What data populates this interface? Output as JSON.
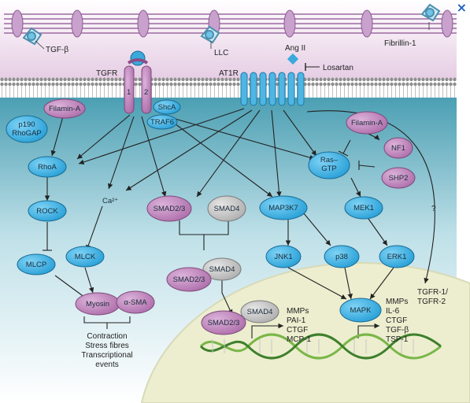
{
  "close_icon": "×",
  "colors": {
    "blue": "#2aa7df",
    "purple": "#b77bb4",
    "gray": "#bdbdbd",
    "ecm": "#ecd9ea",
    "membrane": "#9c9c9c",
    "cytoplasm": "#6fb4c4",
    "nucleus": "#eef0d8",
    "fibril": "#ba90c0"
  },
  "labels": {
    "tgfb": "TGF-β",
    "llc": "LLC",
    "fibrillin": "Fibrillin-1",
    "angii": "Ang II",
    "losartan": "Losartan",
    "tgfr": "TGFR",
    "at1r": "AT1R",
    "tgfr_1": "1",
    "tgfr_2": "2",
    "question": "?",
    "contraction": "Contraction",
    "stress": "Stress fibres",
    "transcriptional": "Transcriptional",
    "events": "events",
    "gene1": [
      "MMPs",
      "PAI-1",
      "CTGF",
      "MCP-1"
    ],
    "gene2": [
      "MMPs",
      "IL-6",
      "CTGF",
      "TGF-β",
      "TSP-1"
    ],
    "tgfr_genes": [
      "TGFR-1/",
      "TGFR-2"
    ]
  },
  "nodes": {
    "filamina_left": "Filamin-A",
    "p190_1": "p190",
    "p190_2": "RhoGAP",
    "shca": "ShcA",
    "traf6": "TRAF6",
    "rhoa": "RhoA",
    "rock": "ROCK",
    "mlcp": "MLCP",
    "ca": "Ca²⁺",
    "mlck": "MLCK",
    "myosin": "Myosin",
    "asma": "α-SMA",
    "smad23": "SMAD2/3",
    "smad4": "SMAD4",
    "map3k7": "MAP3K7",
    "jnk1": "JNK1",
    "p38": "p38",
    "mek1": "MEK1",
    "erk1": "ERK1",
    "mapk": "MAPK",
    "filamina_right": "Filamin-A",
    "nf1": "NF1",
    "shp2": "SHP2",
    "rasgtp_1": "Ras–",
    "rasgtp_2": "GTP"
  }
}
